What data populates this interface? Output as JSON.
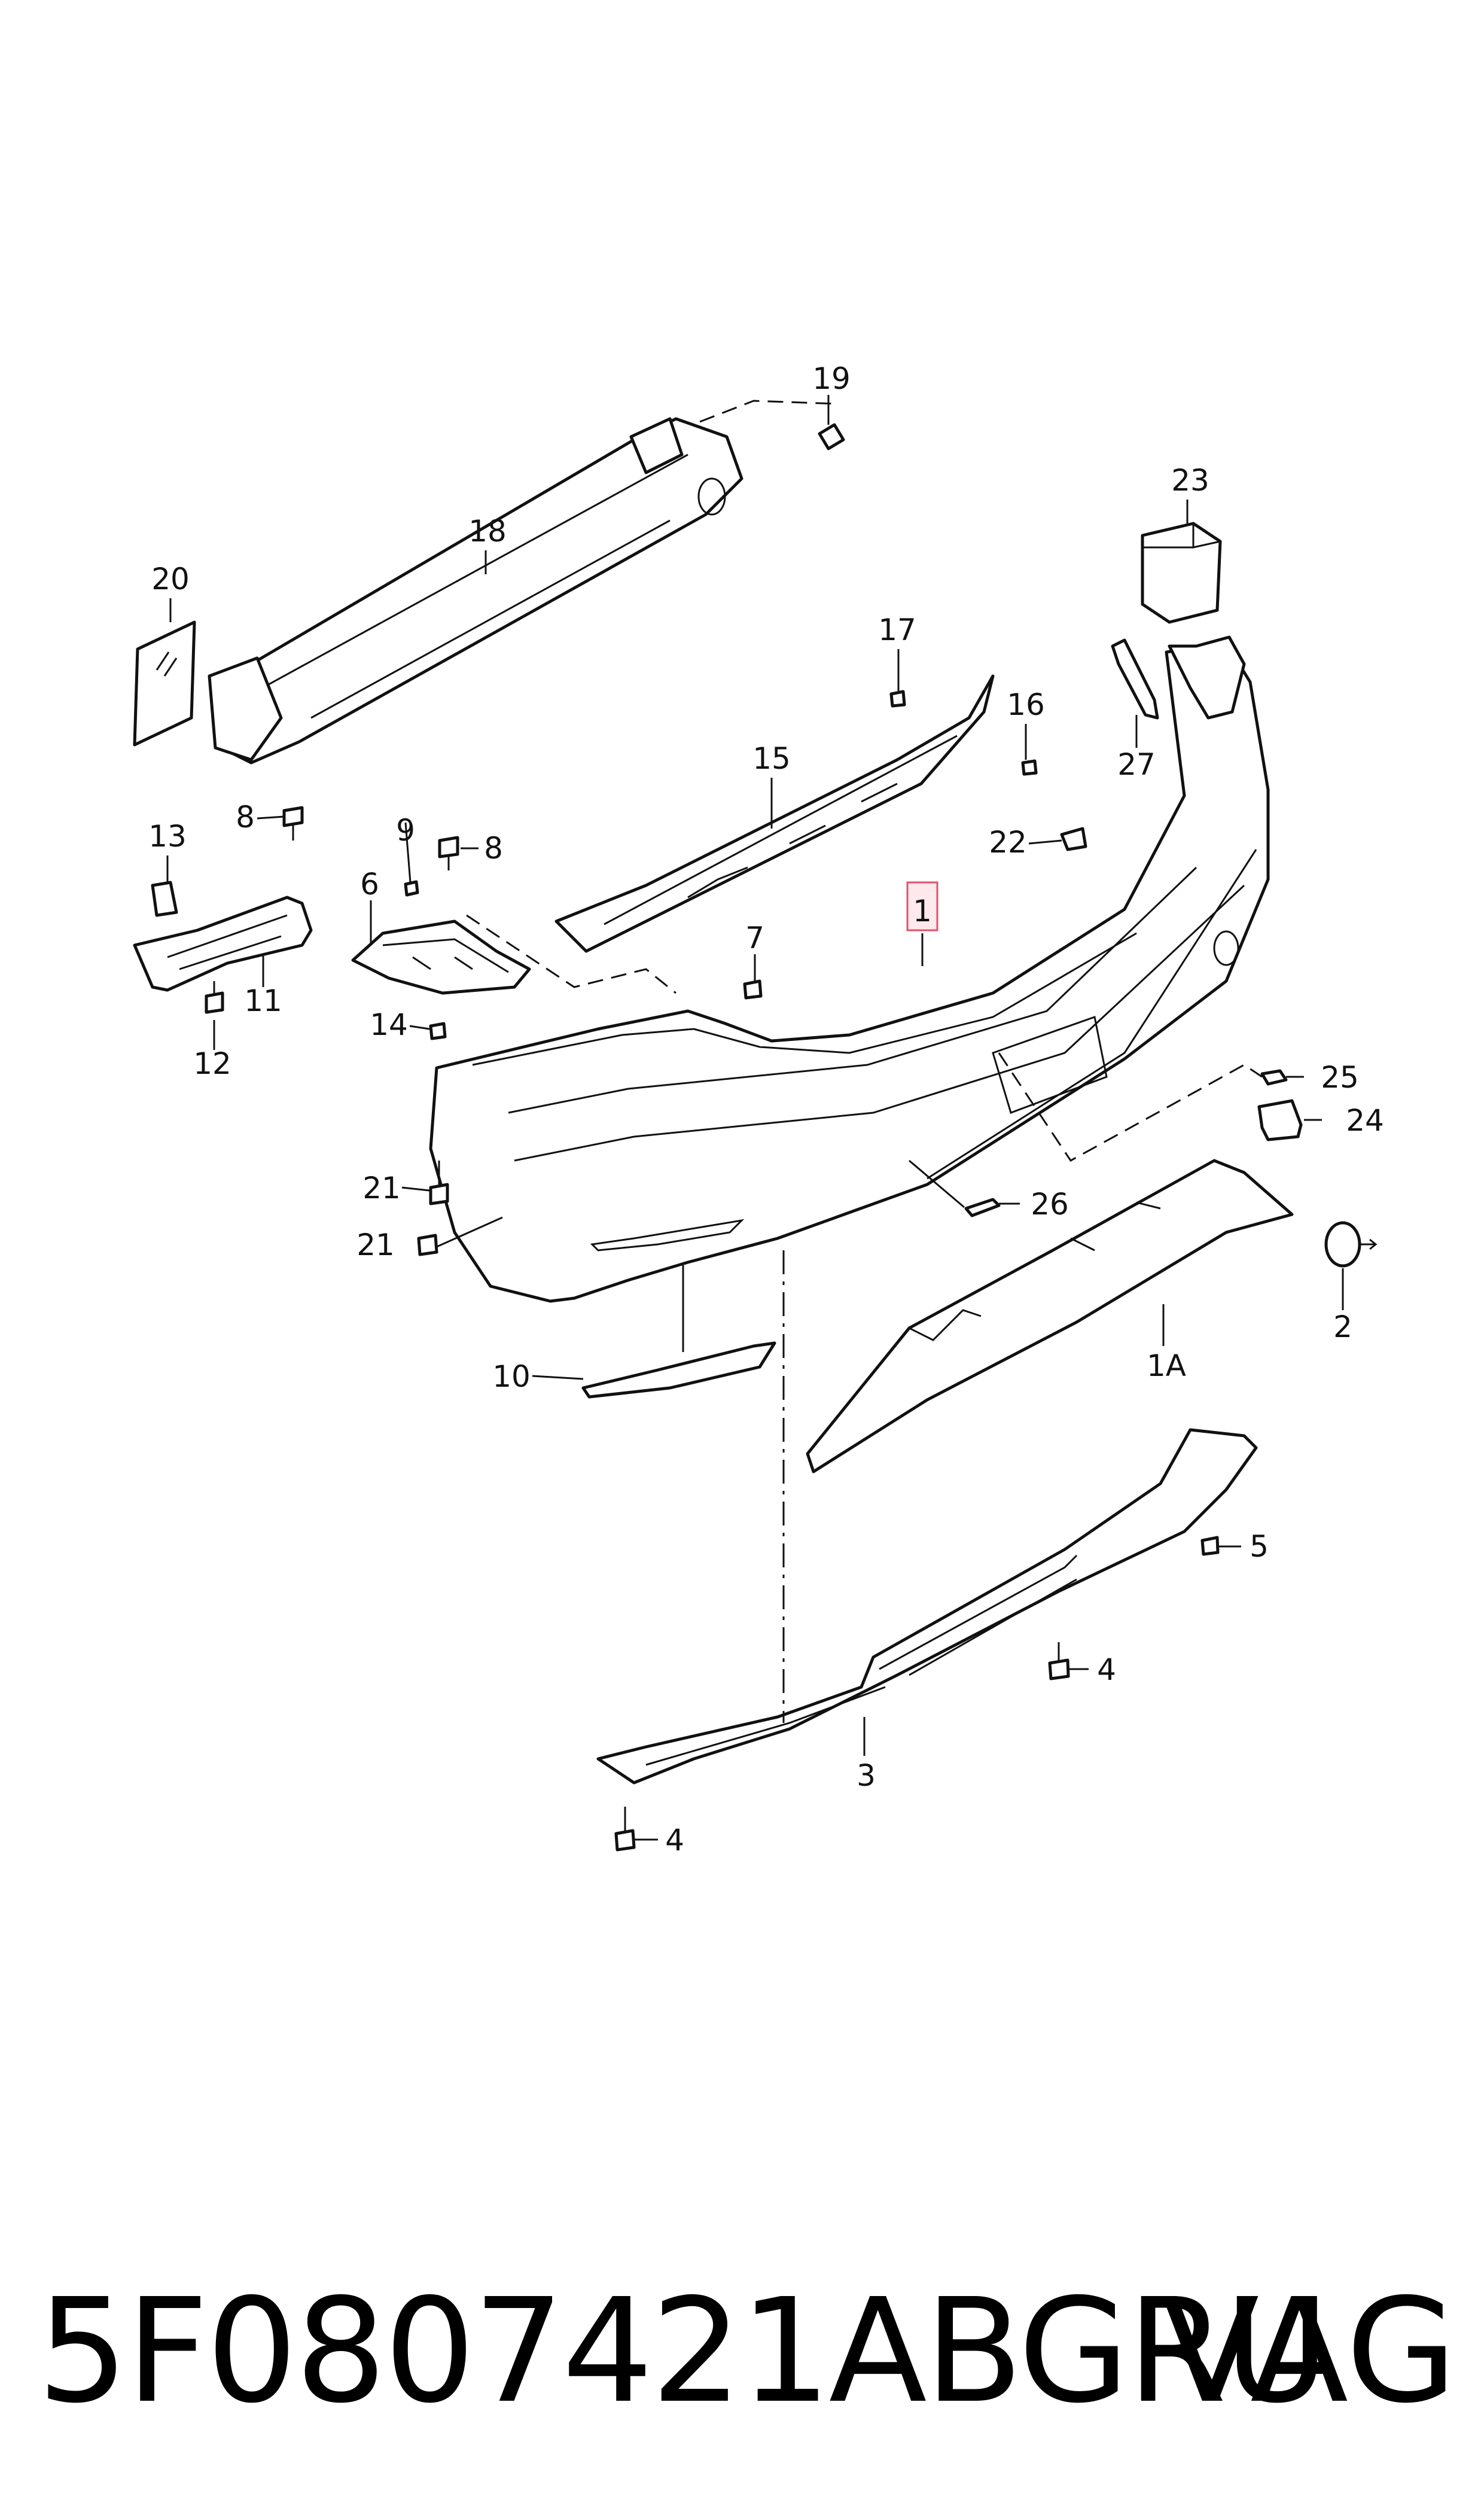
{
  "callouts": [
    {
      "id": "c19",
      "text": "19"
    },
    {
      "id": "c18",
      "text": "18"
    },
    {
      "id": "c20",
      "text": "20"
    },
    {
      "id": "c23",
      "text": "23"
    },
    {
      "id": "c17",
      "text": "17"
    },
    {
      "id": "c16",
      "text": "16"
    },
    {
      "id": "c27",
      "text": "27"
    },
    {
      "id": "c15",
      "text": "15"
    },
    {
      "id": "c22",
      "text": "22"
    },
    {
      "id": "c13",
      "text": "13"
    },
    {
      "id": "c8a",
      "text": "8"
    },
    {
      "id": "c9",
      "text": "9"
    },
    {
      "id": "c8b",
      "text": "8"
    },
    {
      "id": "c6",
      "text": "6"
    },
    {
      "id": "c1",
      "text": "1"
    },
    {
      "id": "c7",
      "text": "7"
    },
    {
      "id": "c11",
      "text": "11"
    },
    {
      "id": "c12",
      "text": "12"
    },
    {
      "id": "c14",
      "text": "14"
    },
    {
      "id": "c25",
      "text": "25"
    },
    {
      "id": "c24",
      "text": "24"
    },
    {
      "id": "c21a",
      "text": "21"
    },
    {
      "id": "c26",
      "text": "26"
    },
    {
      "id": "c21b",
      "text": "21"
    },
    {
      "id": "c2",
      "text": "2"
    },
    {
      "id": "c1A",
      "text": "1A"
    },
    {
      "id": "c10",
      "text": "10"
    },
    {
      "id": "c5",
      "text": "5"
    },
    {
      "id": "c4a",
      "text": "4"
    },
    {
      "id": "c3",
      "text": "3"
    },
    {
      "id": "c4b",
      "text": "4"
    }
  ],
  "footer": {
    "part_number": "5F0807421ABGRU",
    "brand": "VAG"
  }
}
